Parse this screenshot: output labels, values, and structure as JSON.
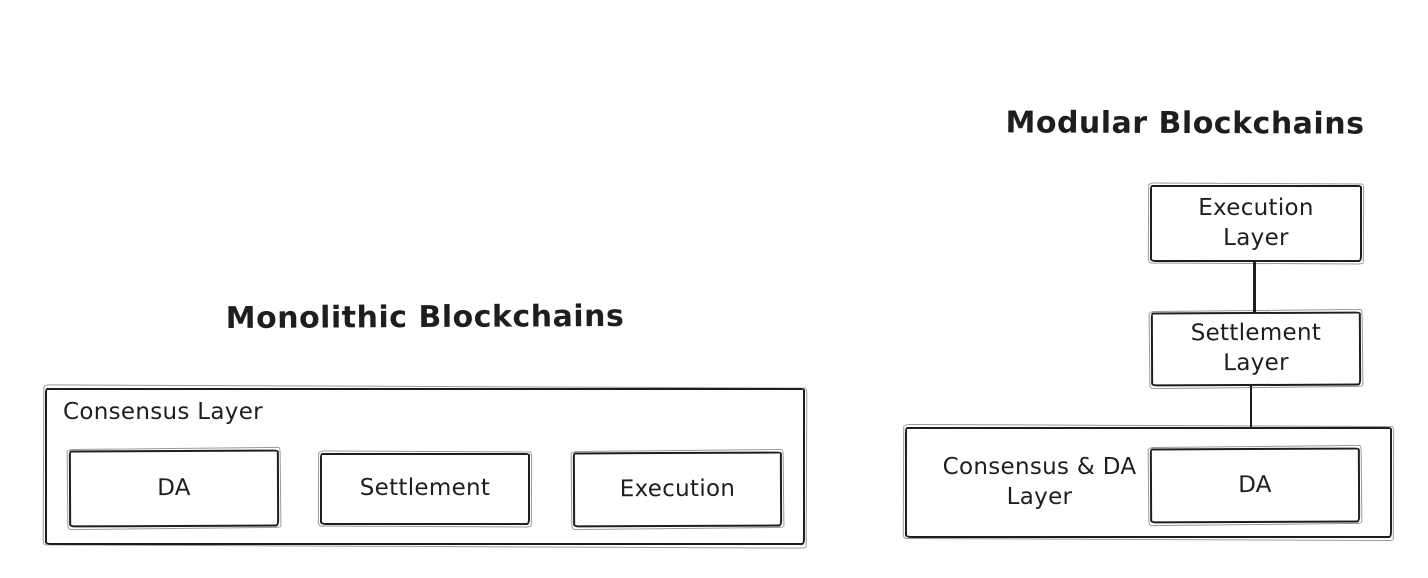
{
  "style": {
    "stroke": "#1e1e1e",
    "background": "#ffffff"
  },
  "monolithic": {
    "title": "Monolithic Blockchains",
    "consensus_layer": {
      "label": "Consensus Layer",
      "modules": [
        "DA",
        "Settlement",
        "Execution"
      ]
    }
  },
  "modular": {
    "title": "Modular Blockchains",
    "execution_layer_label": "Execution\nLayer",
    "settlement_layer_label": "Settlement\nLayer",
    "consensus_da_layer_label": "Consensus & DA\nLayer",
    "da_module_label": "DA"
  }
}
